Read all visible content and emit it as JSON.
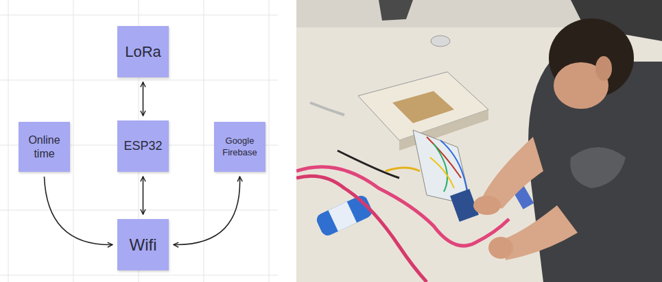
{
  "diagram": {
    "nodes": [
      {
        "text": [
          "LoRa"
        ]
      },
      {
        "text": [
          "Online time"
        ]
      },
      {
        "text": [
          "ESP32"
        ]
      },
      {
        "text": [
          "Google Firebase"
        ]
      },
      {
        "text": [
          "Wifi"
        ]
      }
    ],
    "edges": [
      {
        "from": 0,
        "to": 2,
        "arrow": "both"
      },
      {
        "from": 2,
        "to": 4,
        "arrow": "both"
      },
      {
        "from": 1,
        "to": 4,
        "arrow": "to"
      },
      {
        "from": 4,
        "to": 3,
        "arrow": "both"
      }
    ]
  }
}
